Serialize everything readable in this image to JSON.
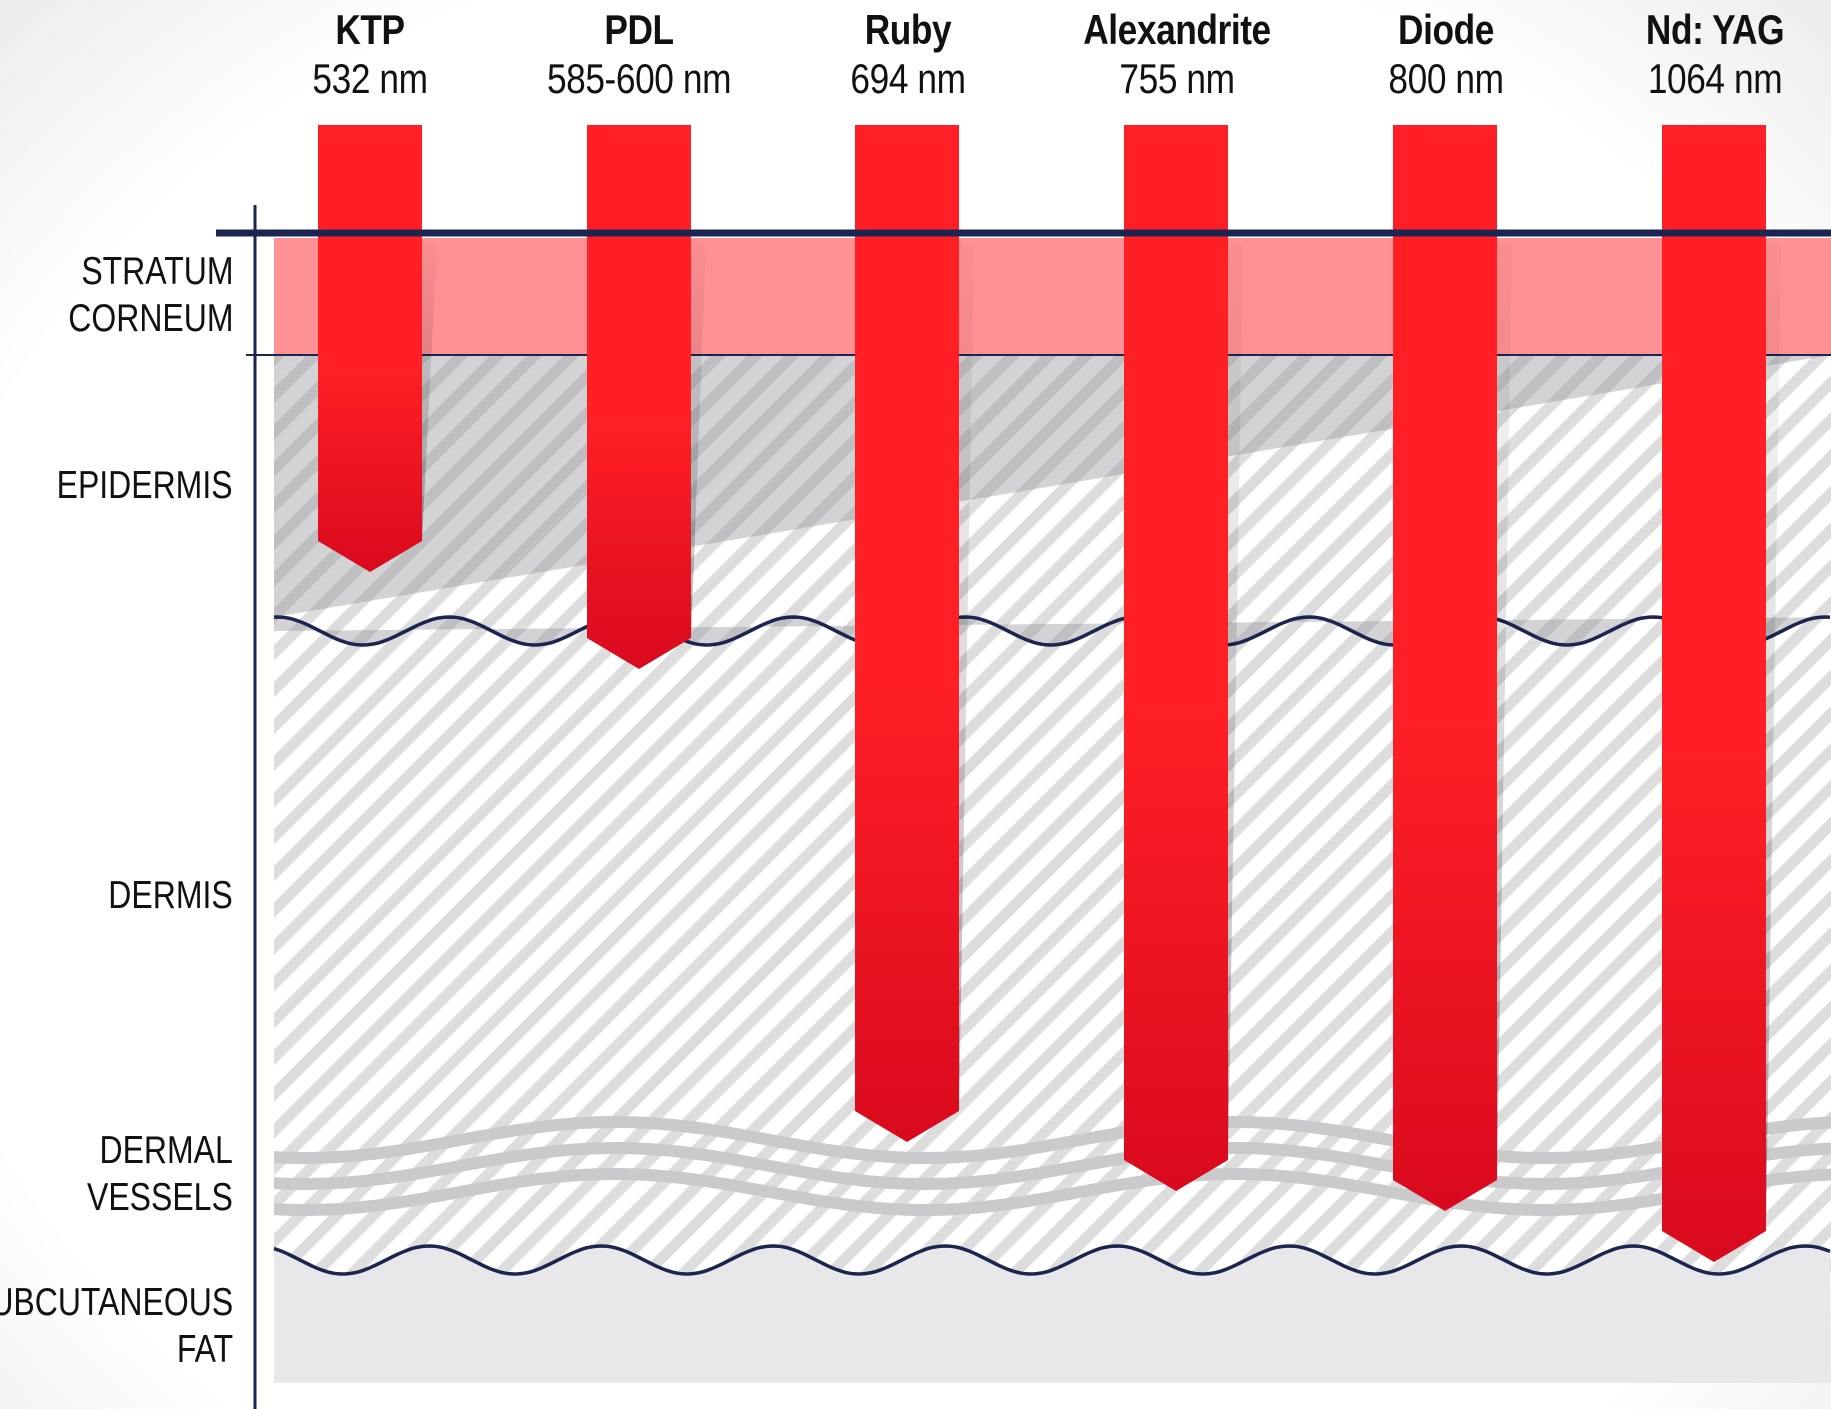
{
  "lasers": [
    {
      "name": "KTP",
      "wavelength": "532 nm",
      "penetration": "epidermis"
    },
    {
      "name": "PDL",
      "wavelength": "585-600 nm",
      "penetration": "dermal-epidermal junction"
    },
    {
      "name": "Ruby",
      "wavelength": "694 nm",
      "penetration": "deep dermis"
    },
    {
      "name": "Alexandrite",
      "wavelength": "755 nm",
      "penetration": "dermal vessels"
    },
    {
      "name": "Diode",
      "wavelength": "800 nm",
      "penetration": "dermal vessels"
    },
    {
      "name": "Nd: YAG",
      "wavelength": "1064 nm",
      "penetration": "subcutaneous fat boundary"
    }
  ],
  "layers": [
    {
      "label": "STRATUM\nCORNEUM"
    },
    {
      "label": "EPIDERMIS"
    },
    {
      "label": "DERMIS"
    },
    {
      "label": "DERMAL\nVESSELS"
    },
    {
      "label": "SUBCUTANEOUS\nFAT"
    }
  ],
  "colors": {
    "beam": "#ff1f25",
    "beam_dark": "#d90a1e",
    "stratum_corneum": "#ff9093",
    "axis": "#1c2450",
    "hatch": "#d9d9d9",
    "fat": "#e8e8ea"
  }
}
